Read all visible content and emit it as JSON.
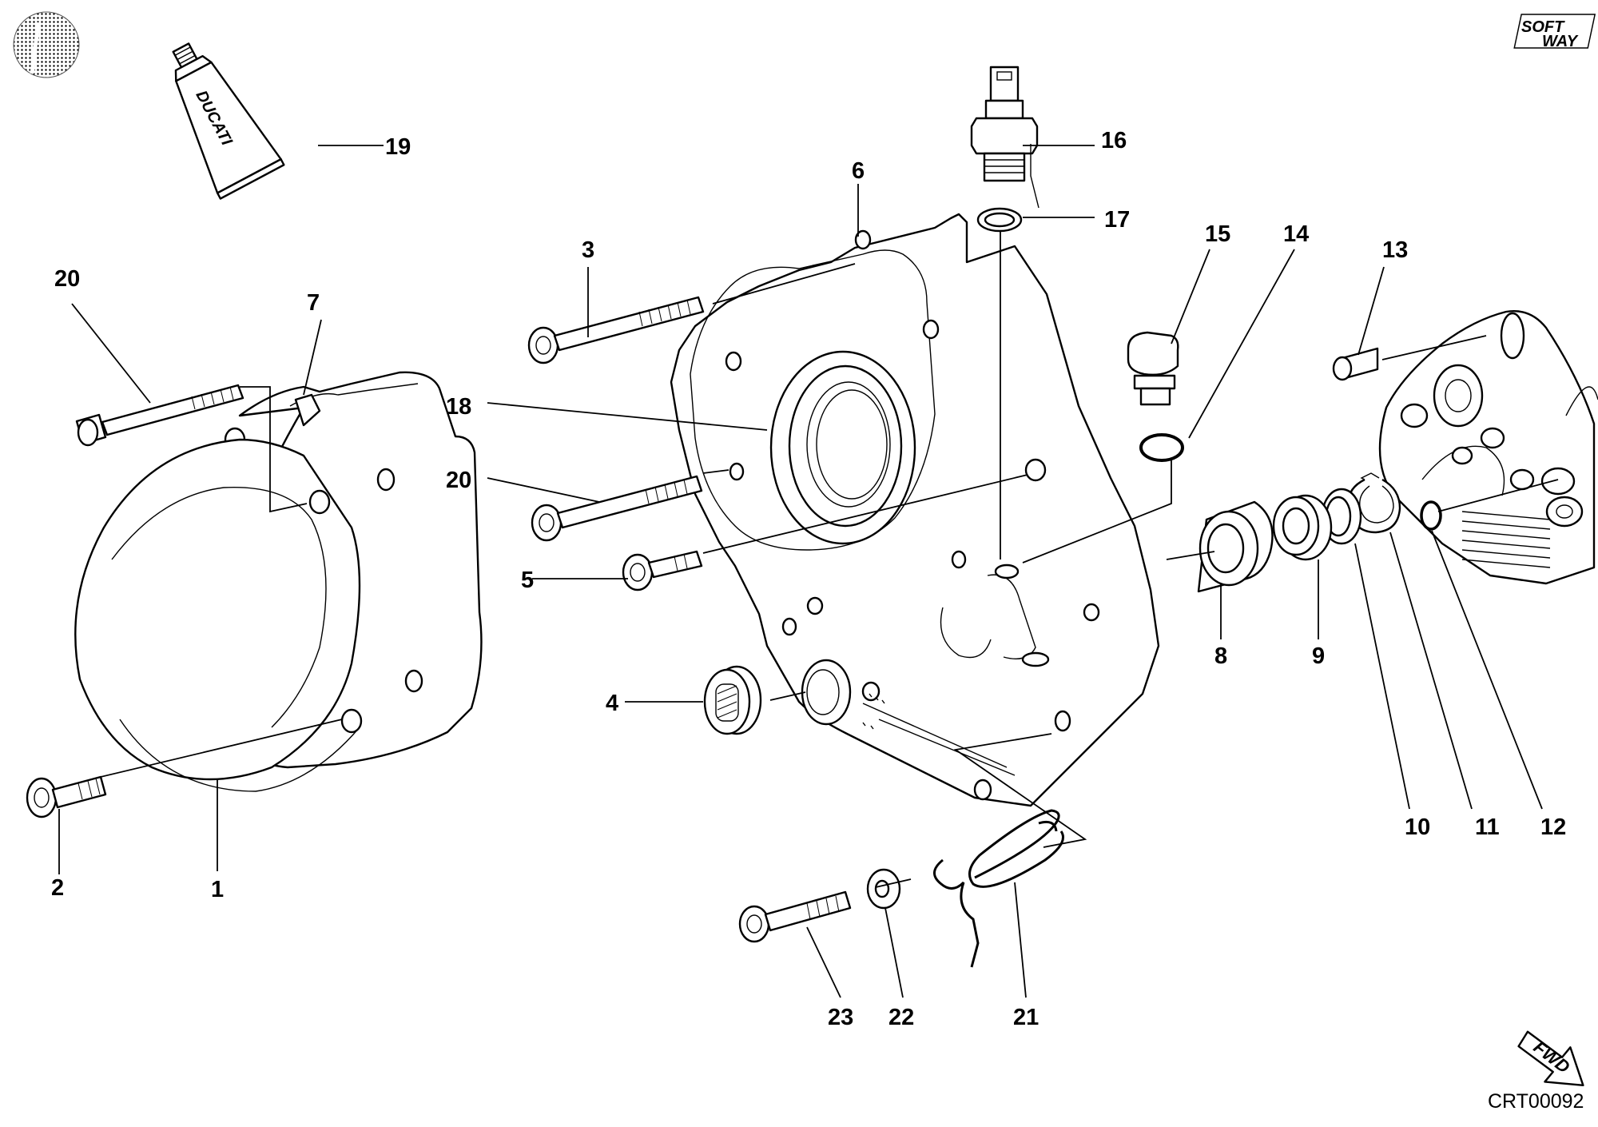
{
  "diagram": {
    "code": "CRT00092",
    "logo_text_top": "SOFT",
    "logo_text_bottom": "WAY",
    "tube_brand": "DUCATI",
    "fwd_label": "FWD",
    "callouts": {
      "c1": "1",
      "c2": "2",
      "c3": "3",
      "c4": "4",
      "c5": "5",
      "c6": "6",
      "c7": "7",
      "c8": "8",
      "c9": "9",
      "c10": "10",
      "c11": "11",
      "c12": "12",
      "c13": "13",
      "c14": "14",
      "c15": "15",
      "c16": "16",
      "c17": "17",
      "c18": "18",
      "c19": "19",
      "c20a": "20",
      "c20b": "20",
      "c21": "21",
      "c22": "22",
      "c23": "23"
    }
  }
}
